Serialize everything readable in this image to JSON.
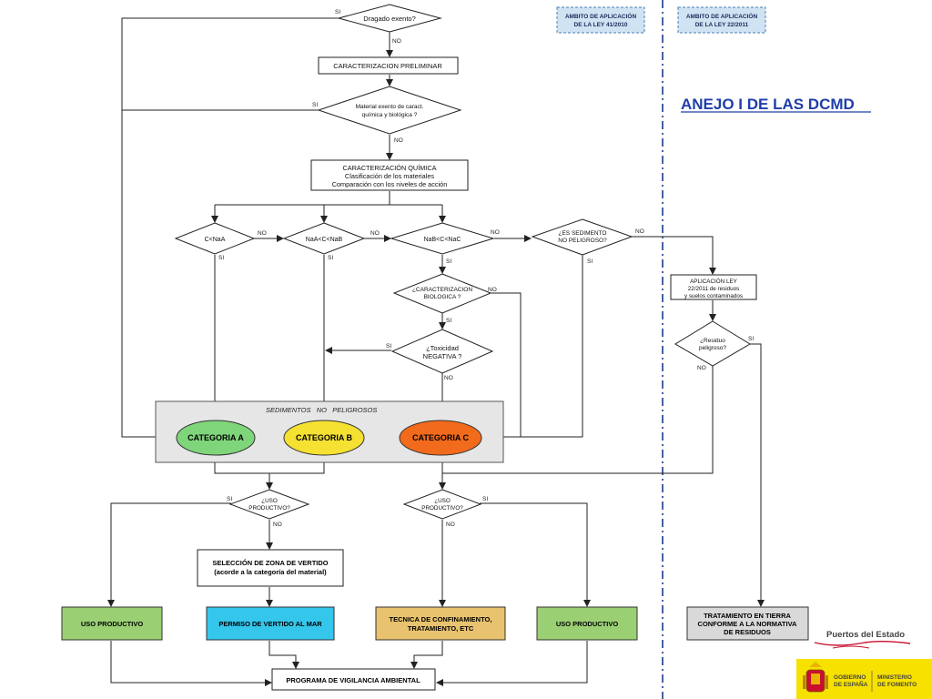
{
  "title": "ANEJO I DE LAS DCMD",
  "scope_boxes": {
    "left": [
      "AMBITO DE APLICACIÓN",
      "DE LA LEY 41/2010"
    ],
    "right": [
      "AMBITO DE APLICACIÓN",
      "DE LA LEY 22/2011"
    ]
  },
  "flow_labels": {
    "si": "SI",
    "no": "NO"
  },
  "nodes": {
    "dragado_exento": [
      "Dragado exento?"
    ],
    "caracterizacion_preliminar": [
      "CARACTERIZACION PRELIMINAR"
    ],
    "material_exento": [
      "Material exento de caract.",
      "química y biológica ?"
    ],
    "caracterizacion_quimica": [
      "CARACTERIZACIÓN QUÍMICA",
      "Clasificación de los materiales",
      "Comparación con los niveles de acción"
    ],
    "c_lt_naa": [
      "C<NaA"
    ],
    "naa_c_nab": [
      "NaA<C<NaB"
    ],
    "nab_c_nac": [
      "NaB<C<NaC"
    ],
    "es_sedimento_no_peligroso": [
      "¿ES SEDIMENTO",
      "NO PELIGROSO?"
    ],
    "aplicacion_ley": [
      "APLICACIÓN LEY",
      "22/2011 de residuos",
      "y suelos contaminados"
    ],
    "caracterizacion_biologica": [
      "¿CARACTERIZACION",
      "BIOLOGICA ?"
    ],
    "toxicidad_negativa": [
      "¿Toxicidad",
      "NEGATIVA ?"
    ],
    "residuo_peligroso": [
      "¿Residuo",
      "peligroso?"
    ],
    "uso_productivo_left": [
      "¿USO",
      "PRODUCTIVO?"
    ],
    "uso_productivo_right": [
      "¿USO",
      "PRODUCTIVO?"
    ],
    "seleccion_zona": [
      "SELECCIÓN DE ZONA DE VERTIDO",
      "(acorde a la categoría del material)"
    ],
    "uso_productivo_box_left": [
      "USO PRODUCTIVO"
    ],
    "permiso_vertido": [
      "PERMISO DE VERTIDO AL MAR"
    ],
    "tecnica_confinamiento": [
      "TECNICA DE CONFINAMIENTO,",
      "TRATAMIENTO, ETC"
    ],
    "uso_productivo_box_right": [
      "USO PRODUCTIVO"
    ],
    "tratamiento_tierra": [
      "TRATAMIENTO EN TIERRA",
      "CONFORME A LA NORMATIVA",
      "DE RESIDUOS"
    ],
    "programa_vigilancia": [
      "PROGRAMA DE VIGILANCIA AMBIENTAL"
    ]
  },
  "sedimentos_panel": {
    "label": "SEDIMENTOS   NO   PELIGROSOS",
    "categories": [
      "CATEGORIA A",
      "CATEGORIA B",
      "CATEGORIA C"
    ]
  },
  "logos": {
    "puertos": "Puertos del Estado",
    "gobierno": [
      "GOBIERNO",
      "DE ESPAÑA"
    ],
    "ministerio": [
      "MINISTERIO",
      "DE FOMENTO"
    ]
  },
  "colors": {
    "title": "#1f3ea8",
    "scope_box": "#cfe3f3",
    "panel": "#e6e6e6",
    "categoria_a": "#7fd67a",
    "categoria_b": "#f5e132",
    "categoria_c": "#f26a1b",
    "uso_productivo": "#9bcf74",
    "permiso_vertido": "#35c6ec",
    "tecnica_confinamiento": "#e8c26f",
    "tratamiento_tierra": "#d9d9d9"
  }
}
